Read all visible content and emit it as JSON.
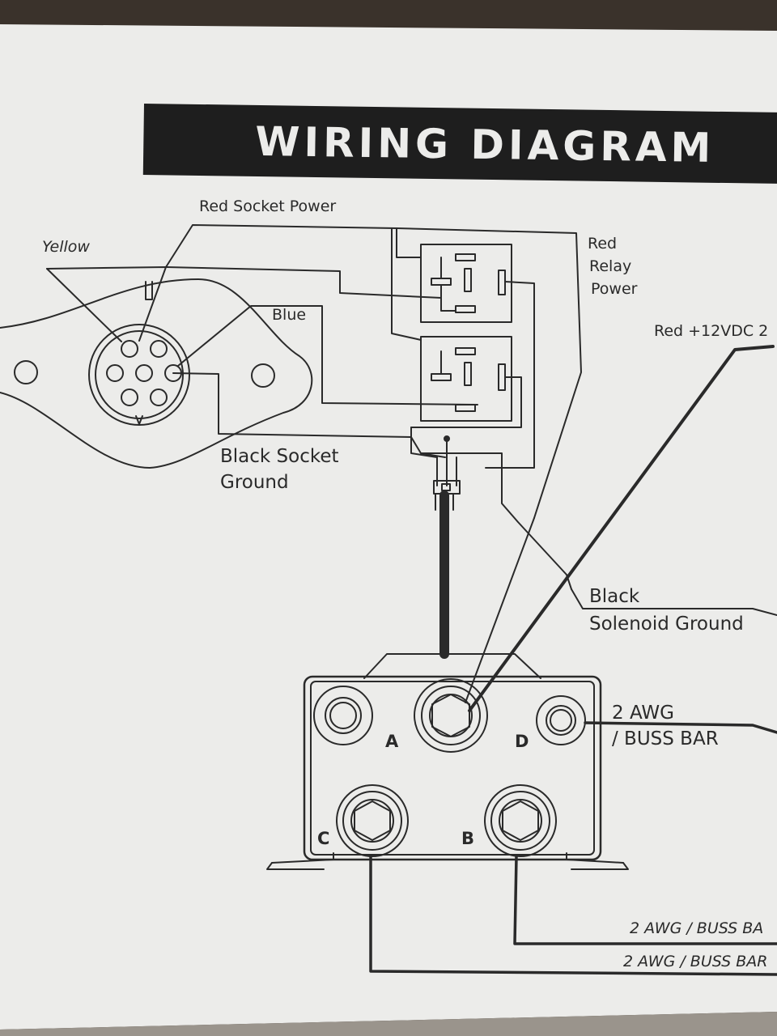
{
  "title": "WIRING DIAGRAM",
  "colors": {
    "paper": "#ececea",
    "ink": "#2a2a2a",
    "header": "#1e1e1e"
  },
  "socket_labels": {
    "yellow": "Yellow",
    "red_socket_power": "Red Socket Power",
    "blue": "Blue",
    "black_socket_ground_1": "Black  Socket",
    "black_socket_ground_2": "Ground"
  },
  "relay_labels": {
    "red_relay_power_1": "Red",
    "red_relay_power_2": "Relay",
    "red_relay_power_3": "Power",
    "red_12vdc": "Red +12VDC 2"
  },
  "solenoid_labels": {
    "black_solenoid_ground_1": "Black",
    "black_solenoid_ground_2": "Solenoid Ground",
    "terminal_a": "A",
    "terminal_b": "B",
    "terminal_c": "C",
    "terminal_d": "D"
  },
  "cable_labels": {
    "d_cable_1": "2 AWG",
    "d_cable_2": "/ BUSS BAR",
    "b_cable": "2 AWG / BUSS BA",
    "c_cable": "2 AWG / BUSS BAR"
  }
}
